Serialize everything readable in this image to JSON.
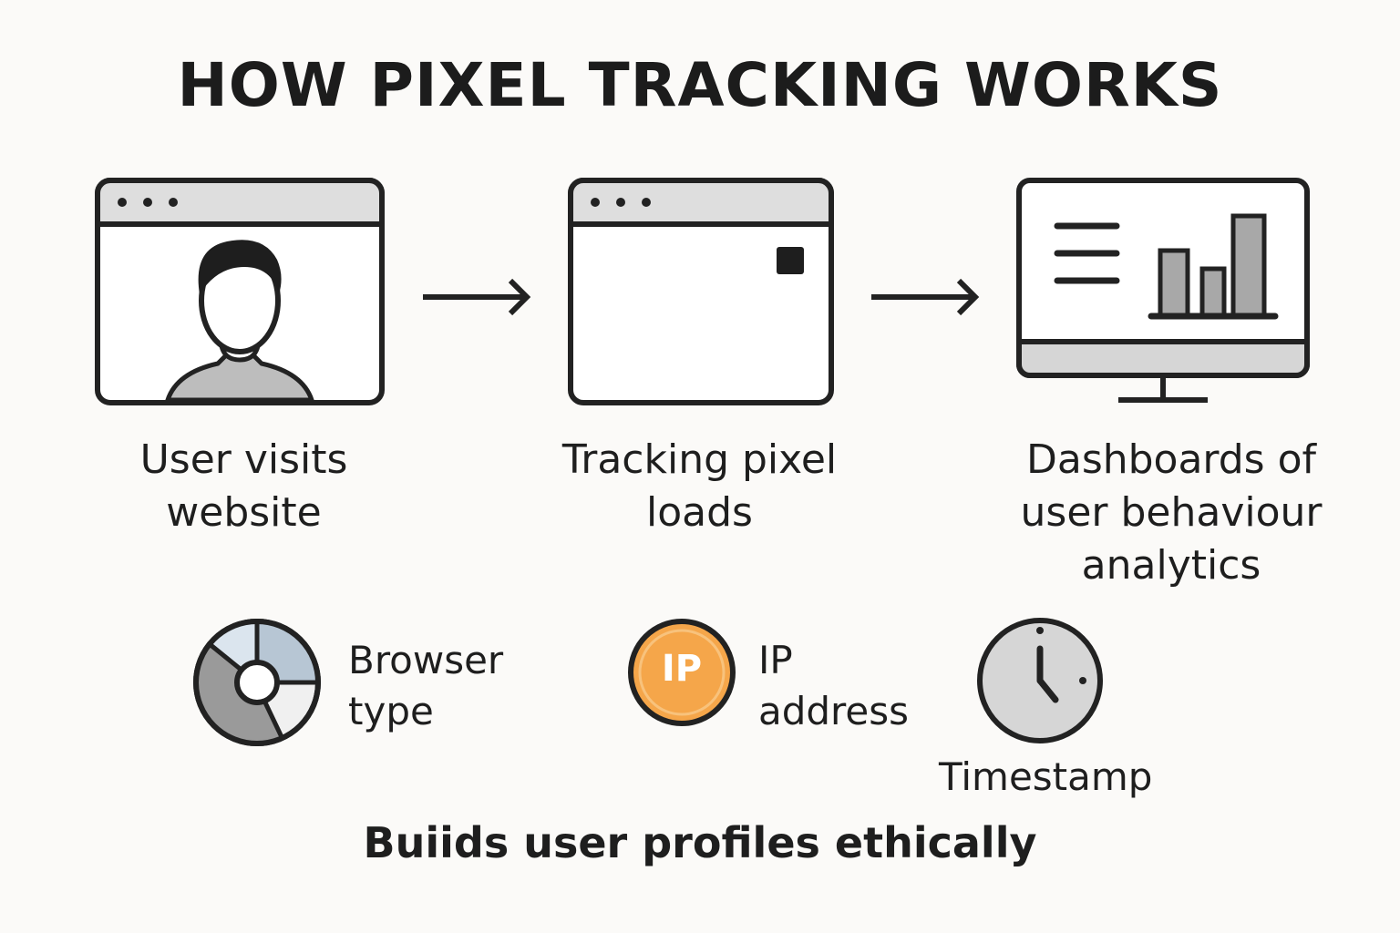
{
  "title": "HOW PIXEL TRACKING WORKS",
  "steps": [
    {
      "label": "User visits website",
      "icon": "user-browser-icon"
    },
    {
      "label": "Tracking pixel loads",
      "icon": "browser-pixel-icon"
    },
    {
      "label": "Dashboards of user behaviour analytics",
      "icon": "analytics-monitor-icon"
    }
  ],
  "data_points": [
    {
      "label": "Browser type",
      "icon": "browser-wheel-icon"
    },
    {
      "label": "IP address",
      "icon": "ip-badge-icon",
      "badge_text": "IP"
    },
    {
      "label": "Timestamp",
      "icon": "clock-icon"
    }
  ],
  "footer": "Buiids user profiles ethically",
  "colors": {
    "background": "#fbfaf8",
    "stroke": "#222222",
    "ip_badge": "#f5a64a",
    "panel_gray": "#d9d9d9",
    "chart_blue": "#c9d6e3"
  }
}
